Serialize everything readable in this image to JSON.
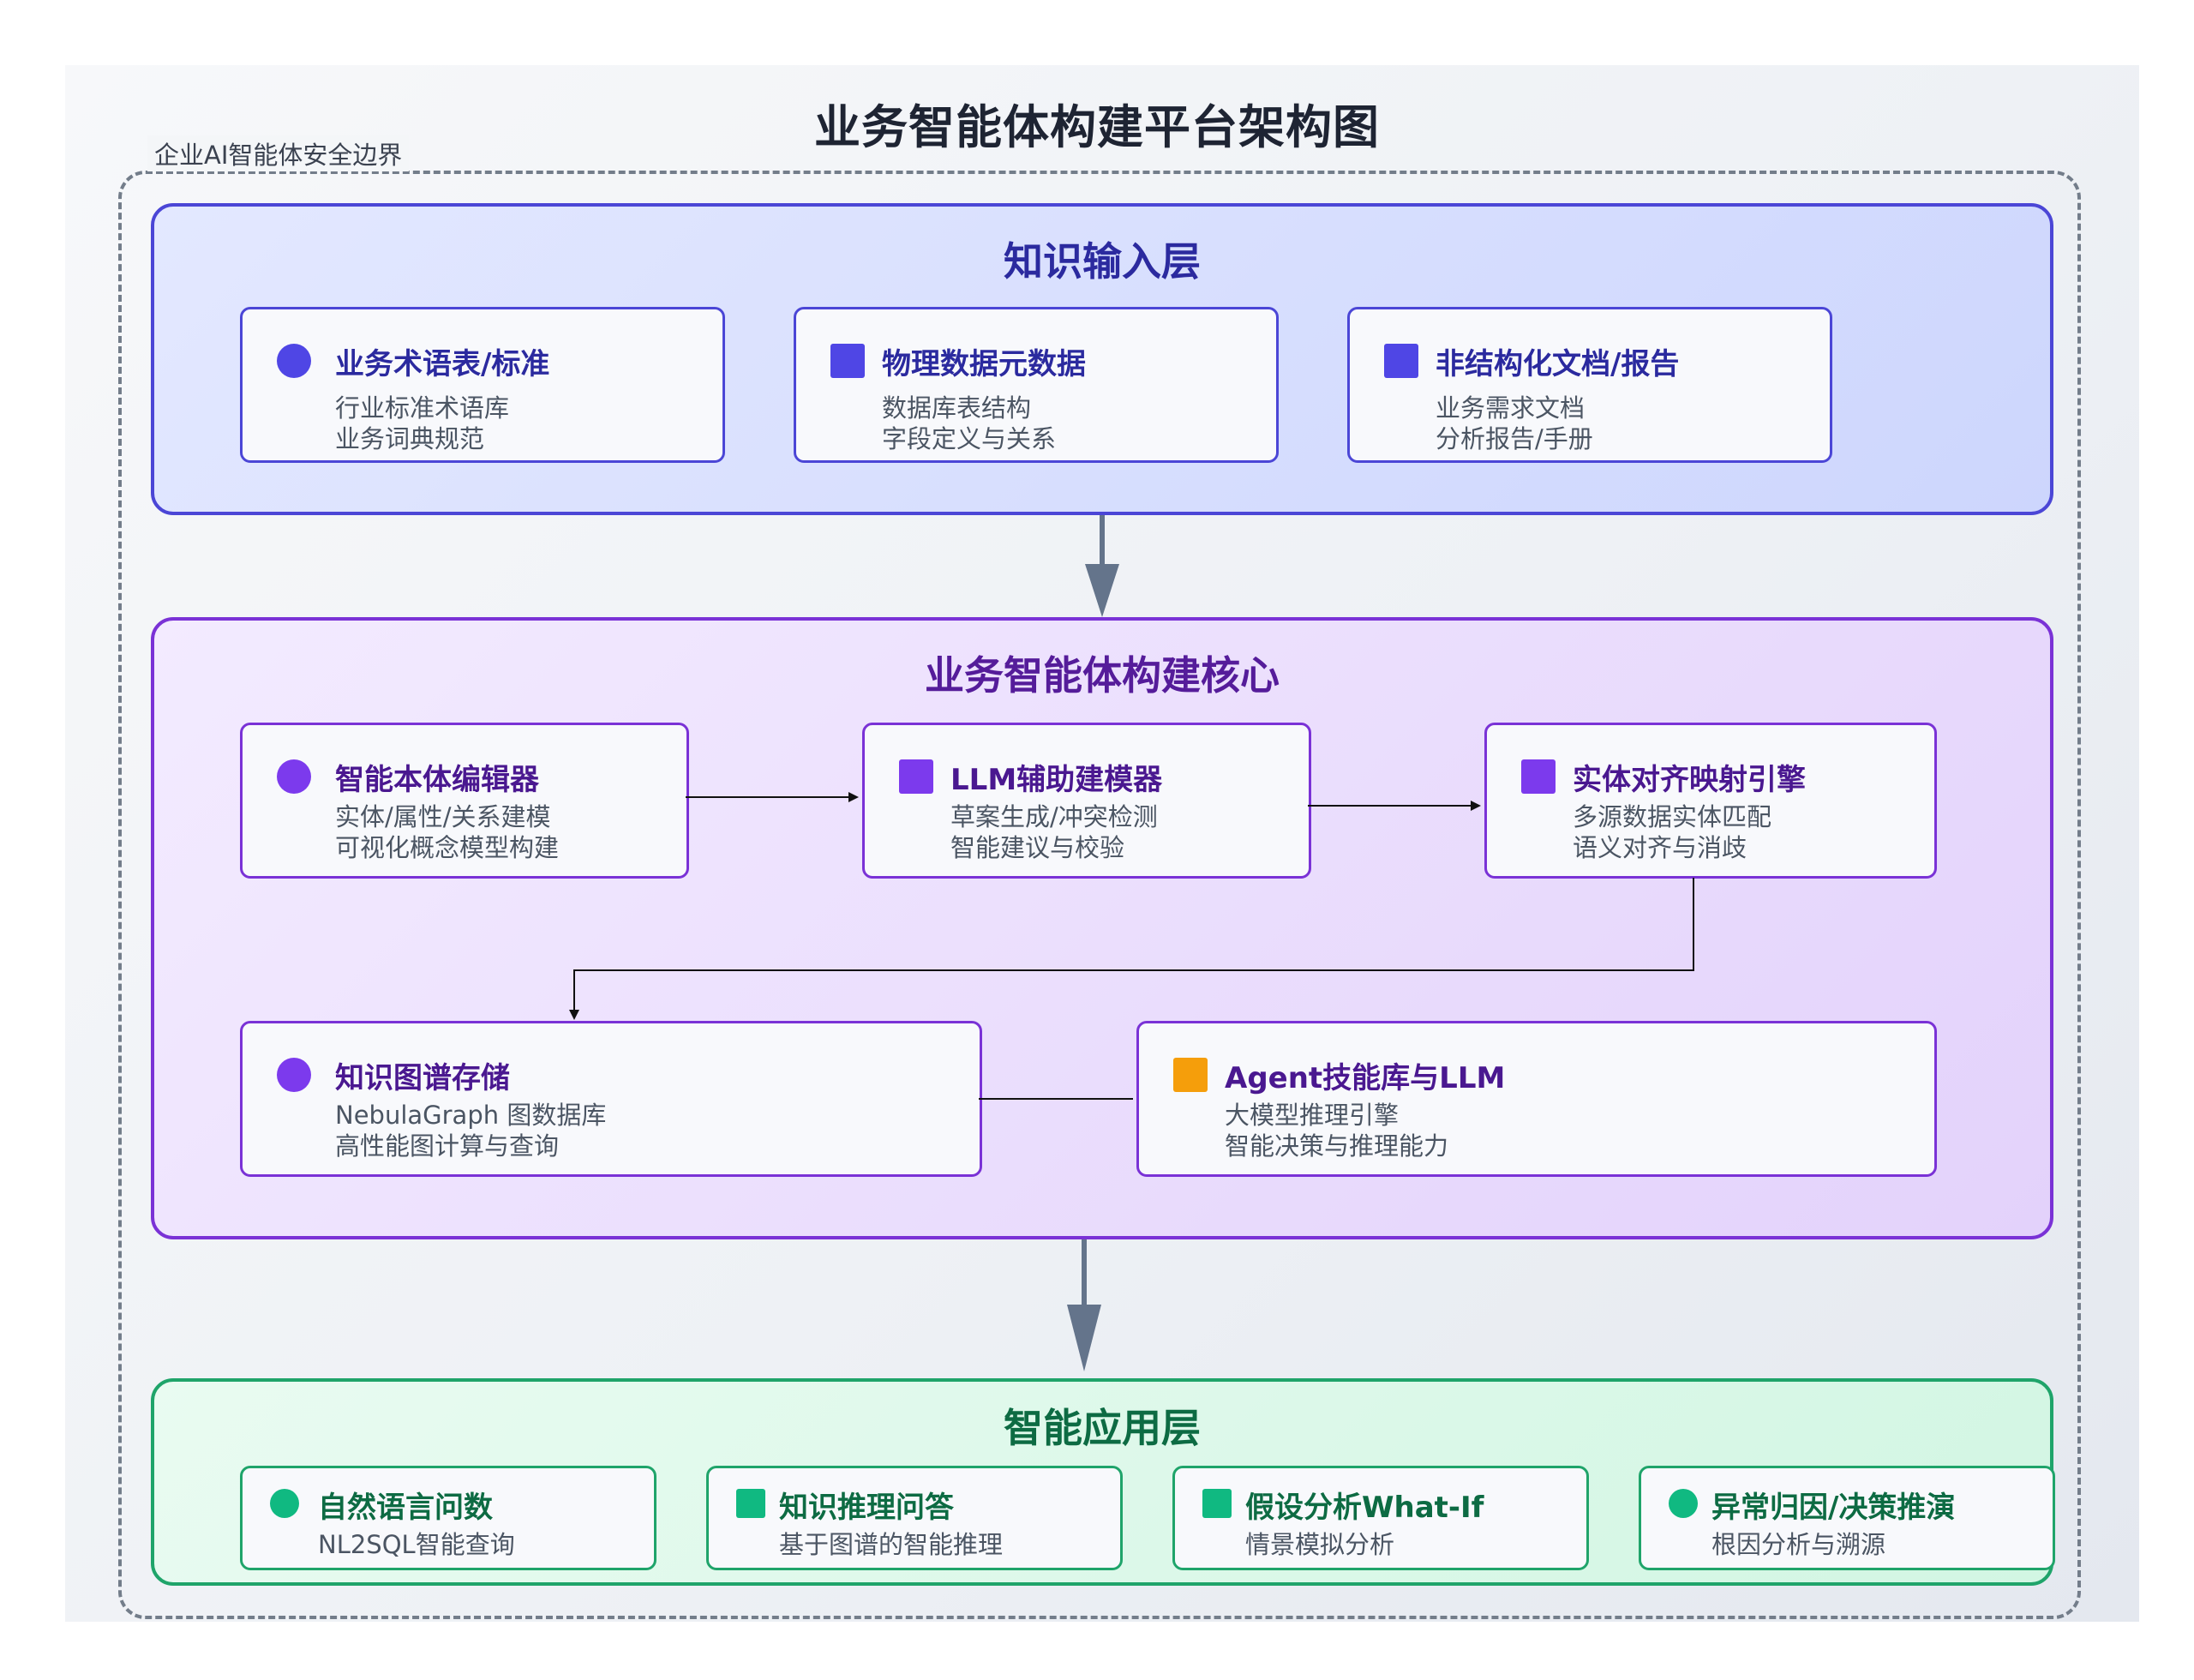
{
  "title": "业务智能体构建平台架构图",
  "boundary_label": "企业AI智能体安全边界",
  "layers": {
    "input": {
      "title": "知识输入层",
      "cards": [
        {
          "title": "业务术语表/标准",
          "lines": [
            "行业标准术语库",
            "业务词典规范"
          ],
          "icon": "circle-icon"
        },
        {
          "title": "物理数据元数据",
          "lines": [
            "数据库表结构",
            "字段定义与关系"
          ],
          "icon": "square-icon"
        },
        {
          "title": "非结构化文档/报告",
          "lines": [
            "业务需求文档",
            "分析报告/手册"
          ],
          "icon": "square-icon"
        }
      ]
    },
    "core": {
      "title": "业务智能体构建核心",
      "cards": [
        {
          "title": "智能本体编辑器",
          "lines": [
            "实体/属性/关系建模",
            "可视化概念模型构建"
          ],
          "icon": "circle-icon"
        },
        {
          "title": "LLM辅助建模器",
          "lines": [
            "草案生成/冲突检测",
            "智能建议与校验"
          ],
          "icon": "square-icon"
        },
        {
          "title": "实体对齐映射引擎",
          "lines": [
            "多源数据实体匹配",
            "语义对齐与消歧"
          ],
          "icon": "square-icon"
        },
        {
          "title": "知识图谱存储",
          "lines": [
            "NebulaGraph 图数据库",
            "高性能图计算与查询"
          ],
          "icon": "circle-icon"
        },
        {
          "title": "Agent技能库与LLM",
          "lines": [
            "大模型推理引擎",
            "智能决策与推理能力"
          ],
          "icon": "square-icon"
        }
      ]
    },
    "app": {
      "title": "智能应用层",
      "cards": [
        {
          "title": "自然语言问数",
          "lines": [
            "NL2SQL智能查询"
          ],
          "icon": "circle-icon"
        },
        {
          "title": "知识推理问答",
          "lines": [
            "基于图谱的智能推理"
          ],
          "icon": "square-icon"
        },
        {
          "title": "假设分析What-If",
          "lines": [
            "情景模拟分析"
          ],
          "icon": "square-icon"
        },
        {
          "title": "异常归因/决策推演",
          "lines": [
            "根因分析与溯源"
          ],
          "icon": "circle-icon"
        }
      ]
    }
  },
  "colors": {
    "input_accent": "#4f46e5",
    "core_accent": "#7c3aed",
    "agent_accent": "#f59e0b",
    "app_accent": "#10b981",
    "arrow": "#64748b"
  }
}
